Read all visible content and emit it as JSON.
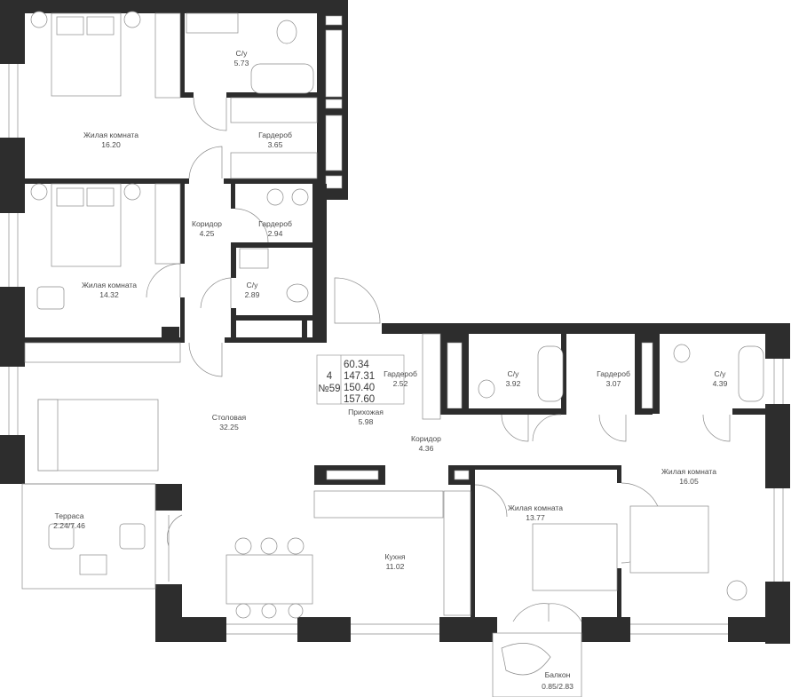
{
  "rooms": {
    "bedroom1": {
      "name": "Жилая комната",
      "area": "16.20"
    },
    "bath1": {
      "name": "С/у",
      "area": "5.73"
    },
    "wardrobe1": {
      "name": "Гардероб",
      "area": "3.65"
    },
    "corridor1": {
      "name": "Коридор",
      "area": "4.25"
    },
    "wardrobe2": {
      "name": "Гардероб",
      "area": "2.94"
    },
    "bedroom2": {
      "name": "Жилая комната",
      "area": "14.32"
    },
    "bath2": {
      "name": "С/у",
      "area": "2.89"
    },
    "dining": {
      "name": "Столовая",
      "area": "32.25"
    },
    "terrace": {
      "name": "Терраса",
      "area": "2.24/7.46"
    },
    "kitchen": {
      "name": "Кухня",
      "area": "11.02"
    },
    "hall": {
      "name": "Прихожая",
      "area": "5.98"
    },
    "wardrobe3": {
      "name": "Гардероб",
      "area": "2.52"
    },
    "corridor2": {
      "name": "Коридор",
      "area": "4.36"
    },
    "bath3": {
      "name": "С/у",
      "area": "3.92"
    },
    "wardrobe4": {
      "name": "Гардероб",
      "area": "3.07"
    },
    "bath4": {
      "name": "С/у",
      "area": "4.39"
    },
    "bedroom3": {
      "name": "Жилая комната",
      "area": "16.05"
    },
    "bedroom4": {
      "name": "Жилая комната",
      "area": "13.77"
    },
    "balcony": {
      "name": "Балкон",
      "area": "0.85/2.83"
    }
  },
  "info": {
    "rooms_count": "4",
    "apartment_number": "№59",
    "areas": [
      "60.34",
      "147.31",
      "150.40",
      "157.60"
    ]
  },
  "colors": {
    "wall": "#2d2d2d",
    "line": "#8a8a8a"
  }
}
